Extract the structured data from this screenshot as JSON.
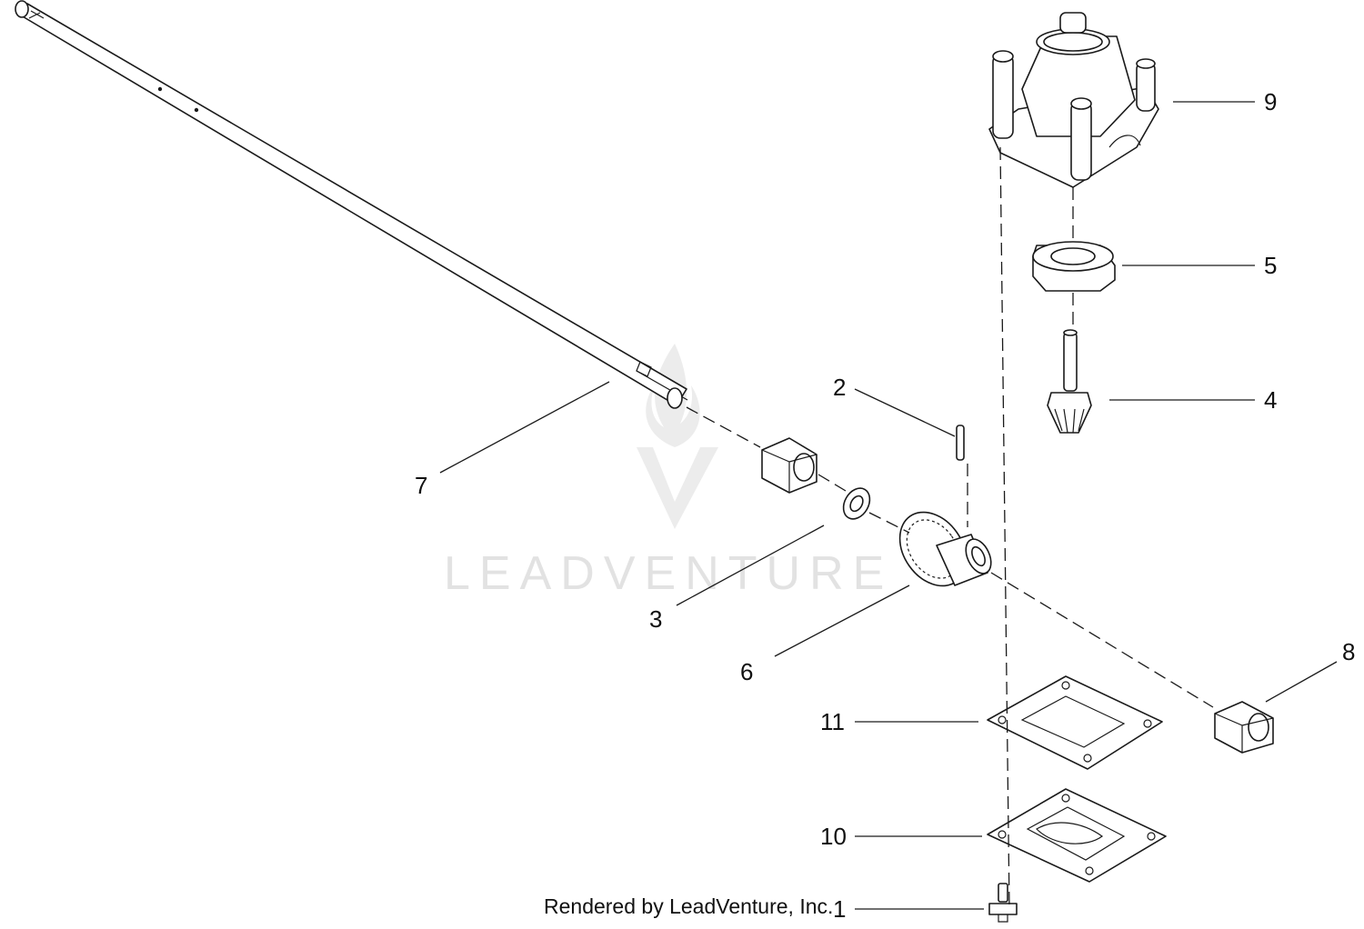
{
  "watermark": {
    "text": "LEADVENTURE"
  },
  "credit": "Rendered by LeadVenture, Inc.",
  "callouts": {
    "c1": "1",
    "c2": "2",
    "c3": "3",
    "c4": "4",
    "c5": "5",
    "c6": "6",
    "c7": "7",
    "c8": "8",
    "c9": "9",
    "c10": "10",
    "c11": "11"
  }
}
